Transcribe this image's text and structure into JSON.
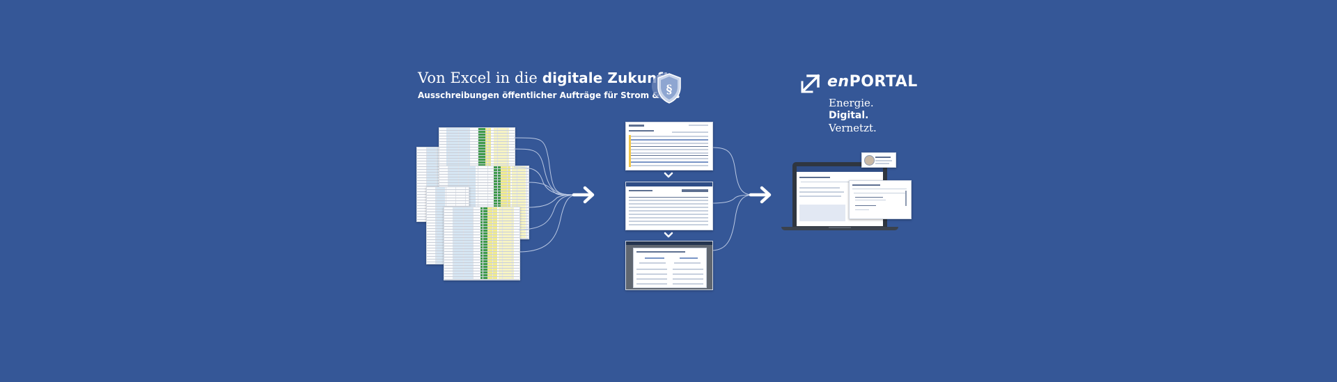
{
  "header": {
    "title_light": "Von Excel in die ",
    "title_bold": "digitale Zukunft",
    "subtitle": "Ausschreibungen öffentlicher Aufträge für Strom & Gas",
    "badge_icon": "paragraph-shield-icon"
  },
  "brand": {
    "logo_icon": "arrow-up-right-icon",
    "name_prefix": "en",
    "name_suffix": "PORTAL",
    "tagline": [
      "Energie.",
      "Digital.",
      "Vernetzt."
    ]
  },
  "icons": {
    "flow_arrow": "arrow-right-icon",
    "step_chevron": "chevron-down-icon"
  },
  "colors": {
    "background": "#355797",
    "sheet_green": "#3f9a4b",
    "sheet_yellow": "#f2ec8d",
    "portal_navy": "#2f4d86"
  }
}
